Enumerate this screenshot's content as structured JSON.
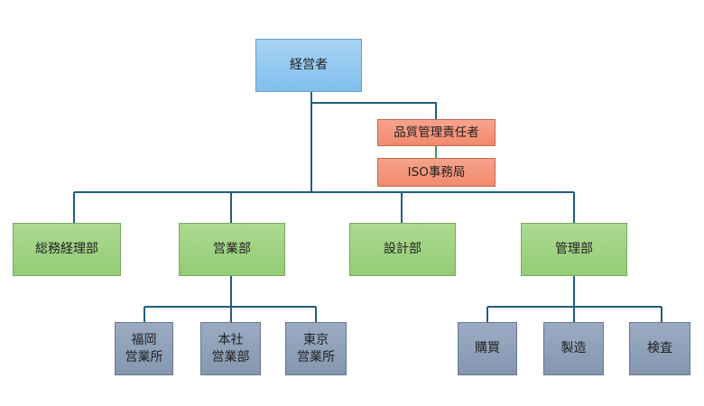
{
  "colors": {
    "line": "#1f5f7f",
    "line_green": "#3aa34a",
    "top_fill": "#88c4ef",
    "qa_fill": "#f29479",
    "dept_fill": "#9dd07f",
    "unit_fill": "#8d9eb6"
  },
  "top": {
    "label": "経営者"
  },
  "qa": {
    "manager": "品質管理責任者",
    "office": "ISO事務局"
  },
  "departments": [
    {
      "label": "総務経理部"
    },
    {
      "label": "営業部"
    },
    {
      "label": "設計部"
    },
    {
      "label": "管理部"
    }
  ],
  "sales_units": [
    {
      "line1": "福岡",
      "line2": "営業所"
    },
    {
      "line1": "本社",
      "line2": "営業部"
    },
    {
      "line1": "東京",
      "line2": "営業所"
    }
  ],
  "mgmt_units": [
    {
      "label": "購買"
    },
    {
      "label": "製造"
    },
    {
      "label": "検査"
    }
  ]
}
